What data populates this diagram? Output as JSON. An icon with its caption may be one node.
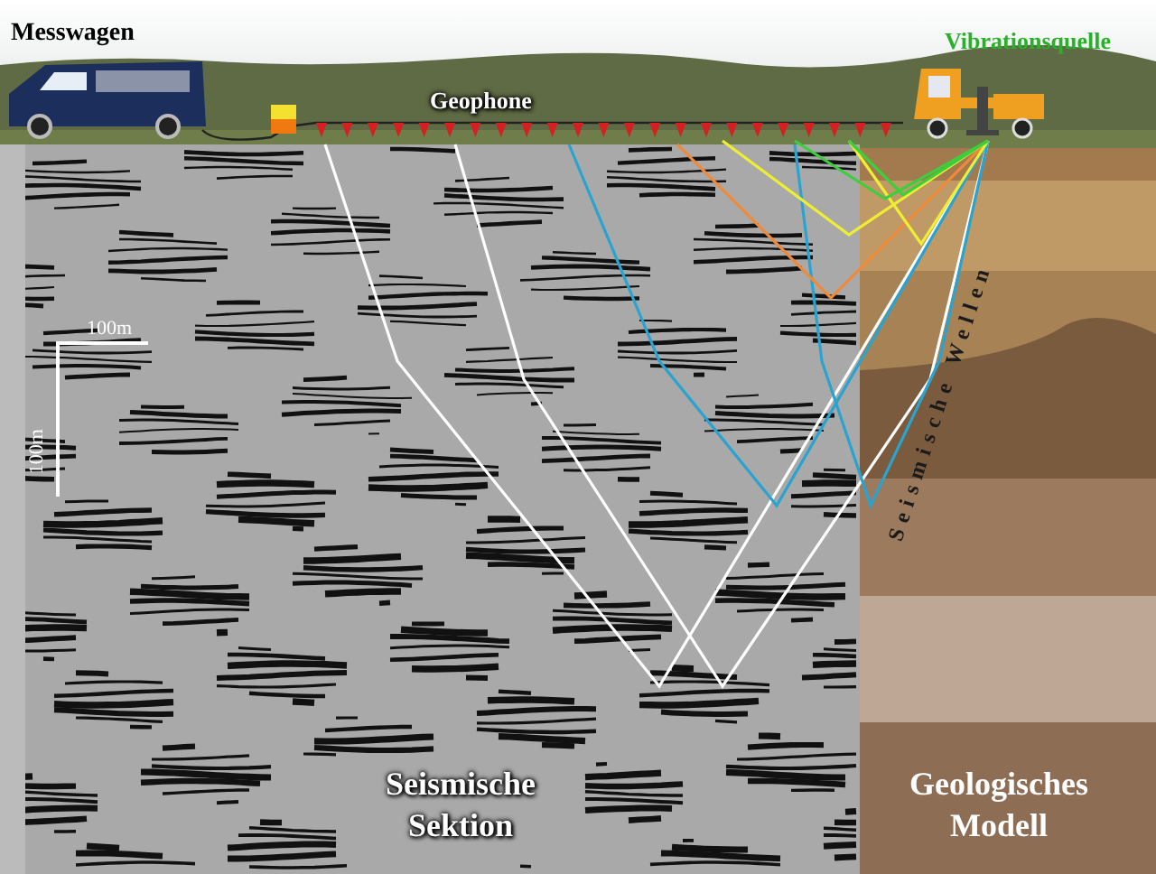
{
  "diagram": {
    "labels": [
      "Messwagen",
      "Geophone",
      "Vibrationsquelle",
      "100m",
      "100m",
      "Seismische Wellen",
      "Seismische Sektion",
      "Geologisches Modell"
    ]
  }
}
